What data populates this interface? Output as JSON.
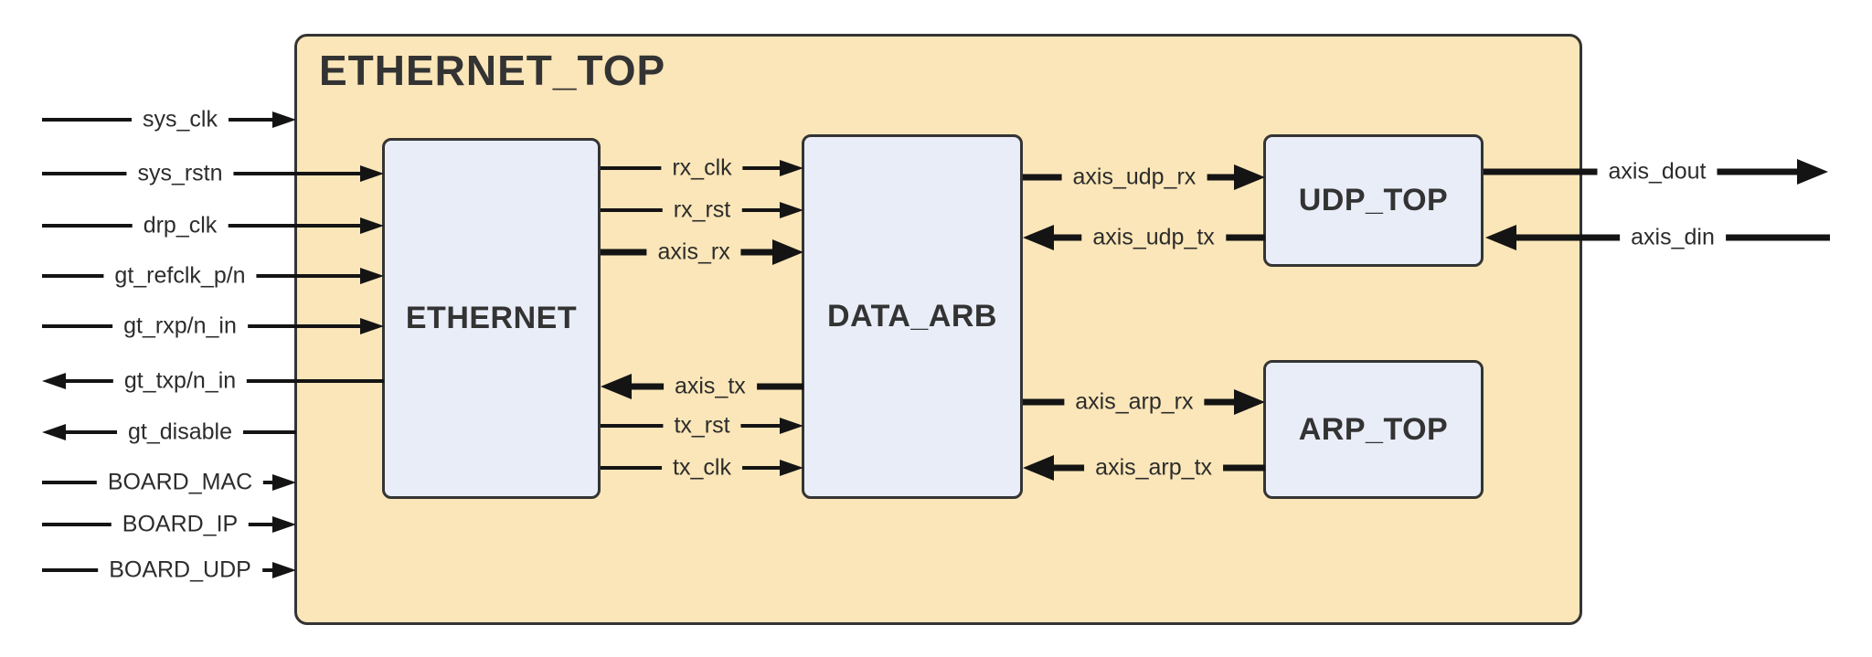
{
  "diagram": {
    "title": "ETHERNET_TOP",
    "type": "block-diagram",
    "colors": {
      "container_fill": "#FAE6B8",
      "block_fill": "#E9EDF8",
      "border": "#343434",
      "wire": "#141414",
      "text": "#333333",
      "background": "#FFFFFF"
    },
    "blocks": [
      {
        "label": "ETHERNET"
      },
      {
        "label": "DATA_ARB"
      },
      {
        "label": "UDP_TOP"
      },
      {
        "label": "ARP_TOP"
      }
    ],
    "signals": [
      {
        "label": "sys_clk",
        "arrow": "right",
        "weight": "thin"
      },
      {
        "label": "sys_rstn",
        "arrow": "right",
        "weight": "thin"
      },
      {
        "label": "drp_clk",
        "arrow": "right",
        "weight": "thin"
      },
      {
        "label": "gt_refclk_p/n",
        "arrow": "right",
        "weight": "thin"
      },
      {
        "label": "gt_rxp/n_in",
        "arrow": "right",
        "weight": "thin"
      },
      {
        "label": "gt_txp/n_in",
        "arrow": "left",
        "weight": "thin"
      },
      {
        "label": "gt_disable",
        "arrow": "left",
        "weight": "thin"
      },
      {
        "label": "BOARD_MAC",
        "arrow": "right",
        "weight": "thin"
      },
      {
        "label": "BOARD_IP",
        "arrow": "right",
        "weight": "thin"
      },
      {
        "label": "BOARD_UDP",
        "arrow": "right",
        "weight": "thin"
      },
      {
        "label": "rx_clk",
        "arrow": "right",
        "weight": "thin"
      },
      {
        "label": "rx_rst",
        "arrow": "right",
        "weight": "thin"
      },
      {
        "label": "axis_rx",
        "arrow": "right",
        "weight": "thick"
      },
      {
        "label": "axis_tx",
        "arrow": "left",
        "weight": "thick"
      },
      {
        "label": "tx_rst",
        "arrow": "right",
        "weight": "thin"
      },
      {
        "label": "tx_clk",
        "arrow": "right",
        "weight": "thin"
      },
      {
        "label": "axis_udp_rx",
        "arrow": "right",
        "weight": "thick"
      },
      {
        "label": "axis_udp_tx",
        "arrow": "left",
        "weight": "thick"
      },
      {
        "label": "axis_arp_rx",
        "arrow": "right",
        "weight": "thick"
      },
      {
        "label": "axis_arp_tx",
        "arrow": "left",
        "weight": "thick"
      },
      {
        "label": "axis_dout",
        "arrow": "right",
        "weight": "thick"
      },
      {
        "label": "axis_din",
        "arrow": "left",
        "weight": "thick"
      }
    ]
  }
}
